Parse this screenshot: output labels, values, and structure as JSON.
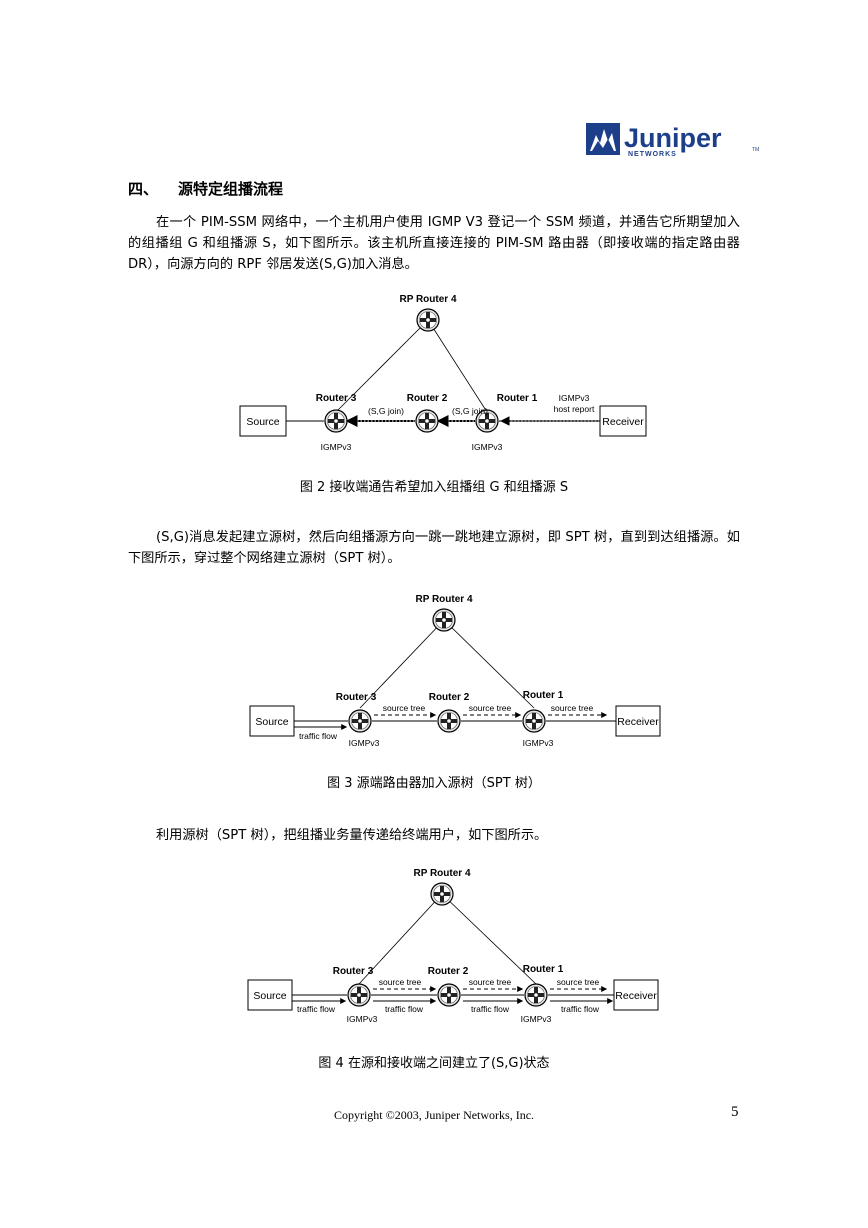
{
  "logo": {
    "brand": "Juniper",
    "sub": "NETWORKS",
    "tm": "TM"
  },
  "section": {
    "number": "四、",
    "title": "源特定组播流程"
  },
  "paragraphs": [
    "在一个 PIM-SSM 网络中，一个主机用户使用 IGMP V3 登记一个 SSM 频道，并通告它所期望加入的组播组 G 和组播源 S，如下图所示。该主机所直接连接的 PIM-SM 路由器（即接收端的指定路由器 DR），向源方向的 RPF 邻居发送(S,G)加入消息。",
    "(S,G)消息发起建立源树，然后向组播源方向一跳一跳地建立源树，即 SPT 树，直到到达组播源。如下图所示，穿过整个网络建立源树（SPT 树）。",
    "利用源树（SPT 树），把组播业务量传递给终端用户，如下图所示。"
  ],
  "diagram_labels": {
    "rp_router": "RP Router 4",
    "router3": "Router 3",
    "router2": "Router 2",
    "router1": "Router 1",
    "source": "Source",
    "receiver": "Receiver",
    "igmpv3": "IGMPv3",
    "sg_join": "(S,G join)",
    "igmpv3_report_line1": "IGMPv3",
    "igmpv3_report_line2": "host report",
    "source_tree": "source tree",
    "traffic_flow": "traffic flow"
  },
  "captions": [
    "图 2  接收端通告希望加入组播组 G 和组播源 S",
    "图 3  源端路由器加入源树（SPT 树）",
    "图 4  在源和接收端之间建立了(S,G)状态"
  ],
  "footer": {
    "copyright": "Copyright ©2003, Juniper Networks, Inc.",
    "page_number": "5"
  }
}
